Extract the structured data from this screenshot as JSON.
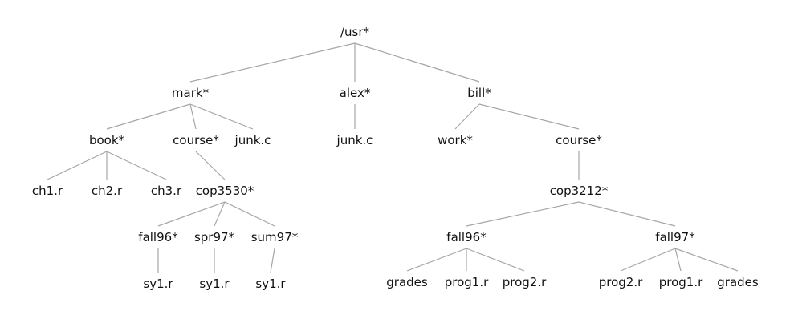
{
  "tree": {
    "nodes": [
      {
        "id": "usr",
        "label": "/usr*"
      },
      {
        "id": "mark",
        "label": "mark*"
      },
      {
        "id": "alex",
        "label": "alex*"
      },
      {
        "id": "bill",
        "label": "bill*"
      },
      {
        "id": "book",
        "label": "book*"
      },
      {
        "id": "mcourse",
        "label": "course*"
      },
      {
        "id": "mjunk",
        "label": "junk.c"
      },
      {
        "id": "ajunk",
        "label": "junk.c"
      },
      {
        "id": "work",
        "label": "work*"
      },
      {
        "id": "bcourse",
        "label": "course*"
      },
      {
        "id": "ch1",
        "label": "ch1.r"
      },
      {
        "id": "ch2",
        "label": "ch2.r"
      },
      {
        "id": "ch3",
        "label": "ch3.r"
      },
      {
        "id": "cop3530",
        "label": "cop3530*"
      },
      {
        "id": "cop3212",
        "label": "cop3212*"
      },
      {
        "id": "fall96a",
        "label": "fall96*"
      },
      {
        "id": "spr97",
        "label": "spr97*"
      },
      {
        "id": "sum97",
        "label": "sum97*"
      },
      {
        "id": "fall96b",
        "label": "fall96*"
      },
      {
        "id": "fall97",
        "label": "fall97*"
      },
      {
        "id": "sy1a",
        "label": "sy1.r"
      },
      {
        "id": "sy1b",
        "label": "sy1.r"
      },
      {
        "id": "sy1c",
        "label": "sy1.r"
      },
      {
        "id": "grades1",
        "label": "grades"
      },
      {
        "id": "prog1a",
        "label": "prog1.r"
      },
      {
        "id": "prog2a",
        "label": "prog2.r"
      },
      {
        "id": "prog2b",
        "label": "prog2.r"
      },
      {
        "id": "prog1b",
        "label": "prog1.r"
      },
      {
        "id": "grades2",
        "label": "grades"
      }
    ],
    "edges": [
      [
        "usr",
        "mark"
      ],
      [
        "usr",
        "alex"
      ],
      [
        "usr",
        "bill"
      ],
      [
        "mark",
        "book"
      ],
      [
        "mark",
        "mcourse"
      ],
      [
        "mark",
        "mjunk"
      ],
      [
        "alex",
        "ajunk"
      ],
      [
        "bill",
        "work"
      ],
      [
        "bill",
        "bcourse"
      ],
      [
        "book",
        "ch1"
      ],
      [
        "book",
        "ch2"
      ],
      [
        "book",
        "ch3"
      ],
      [
        "mcourse",
        "cop3530"
      ],
      [
        "cop3530",
        "fall96a"
      ],
      [
        "cop3530",
        "spr97"
      ],
      [
        "cop3530",
        "sum97"
      ],
      [
        "fall96a",
        "sy1a"
      ],
      [
        "spr97",
        "sy1b"
      ],
      [
        "sum97",
        "sy1c"
      ],
      [
        "bcourse",
        "cop3212"
      ],
      [
        "cop3212",
        "fall96b"
      ],
      [
        "cop3212",
        "fall97"
      ],
      [
        "fall96b",
        "grades1"
      ],
      [
        "fall96b",
        "prog1a"
      ],
      [
        "fall96b",
        "prog2a"
      ],
      [
        "fall97",
        "prog2b"
      ],
      [
        "fall97",
        "prog1b"
      ],
      [
        "fall97",
        "grades2"
      ]
    ]
  }
}
